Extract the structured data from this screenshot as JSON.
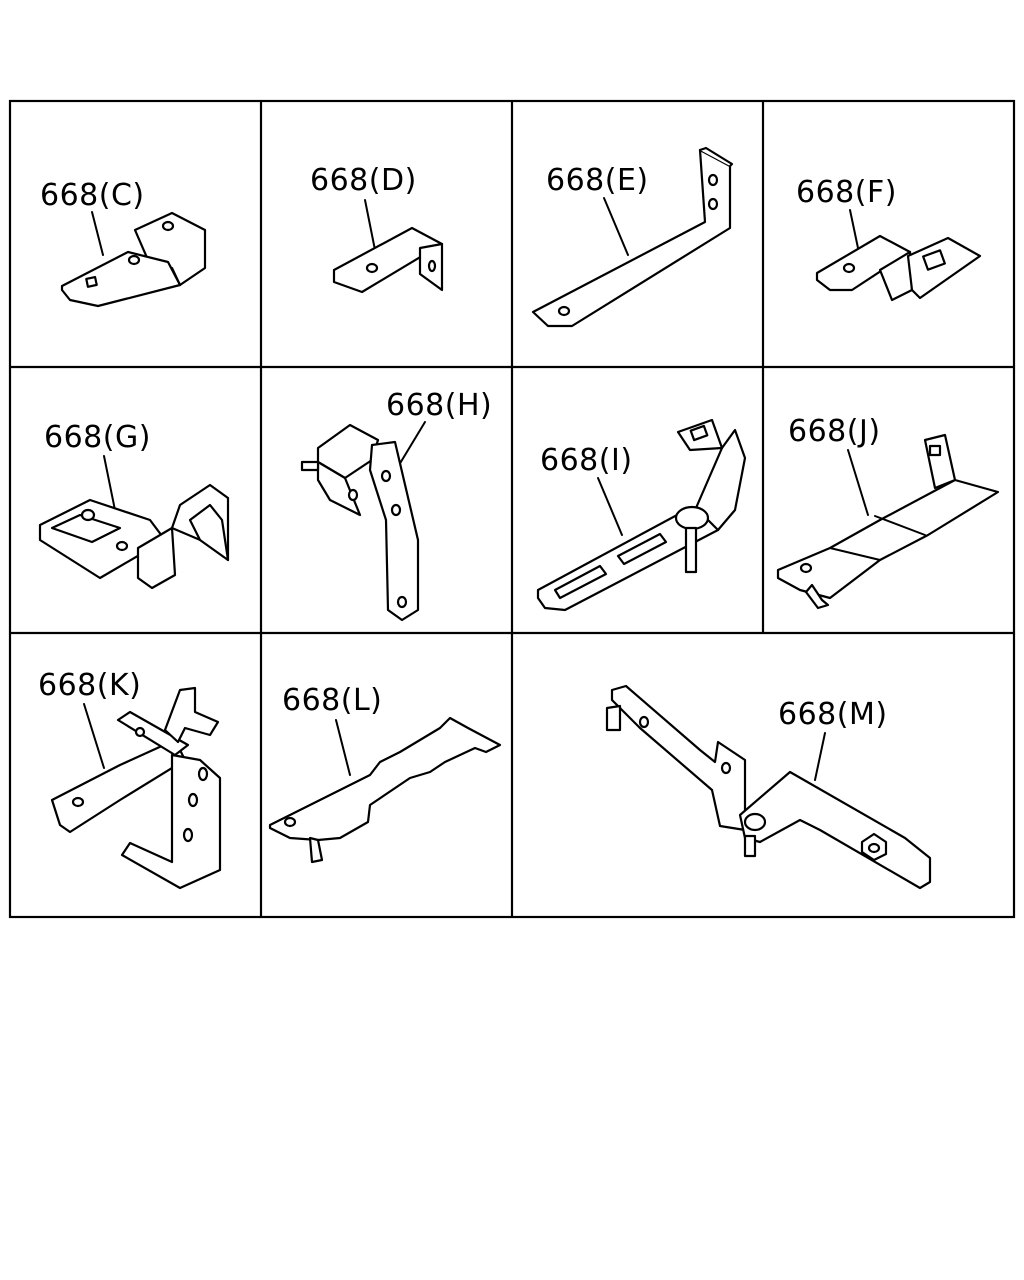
{
  "parts": [
    {
      "id": "c",
      "label": "668(C)"
    },
    {
      "id": "d",
      "label": "668(D)"
    },
    {
      "id": "e",
      "label": "668(E)"
    },
    {
      "id": "f",
      "label": "668(F)"
    },
    {
      "id": "g",
      "label": "668(G)"
    },
    {
      "id": "h",
      "label": "668(H)"
    },
    {
      "id": "i",
      "label": "668(I)"
    },
    {
      "id": "j",
      "label": "668(J)"
    },
    {
      "id": "k",
      "label": "668(K)"
    },
    {
      "id": "l",
      "label": "668(L)"
    },
    {
      "id": "m",
      "label": "668(M)"
    }
  ]
}
